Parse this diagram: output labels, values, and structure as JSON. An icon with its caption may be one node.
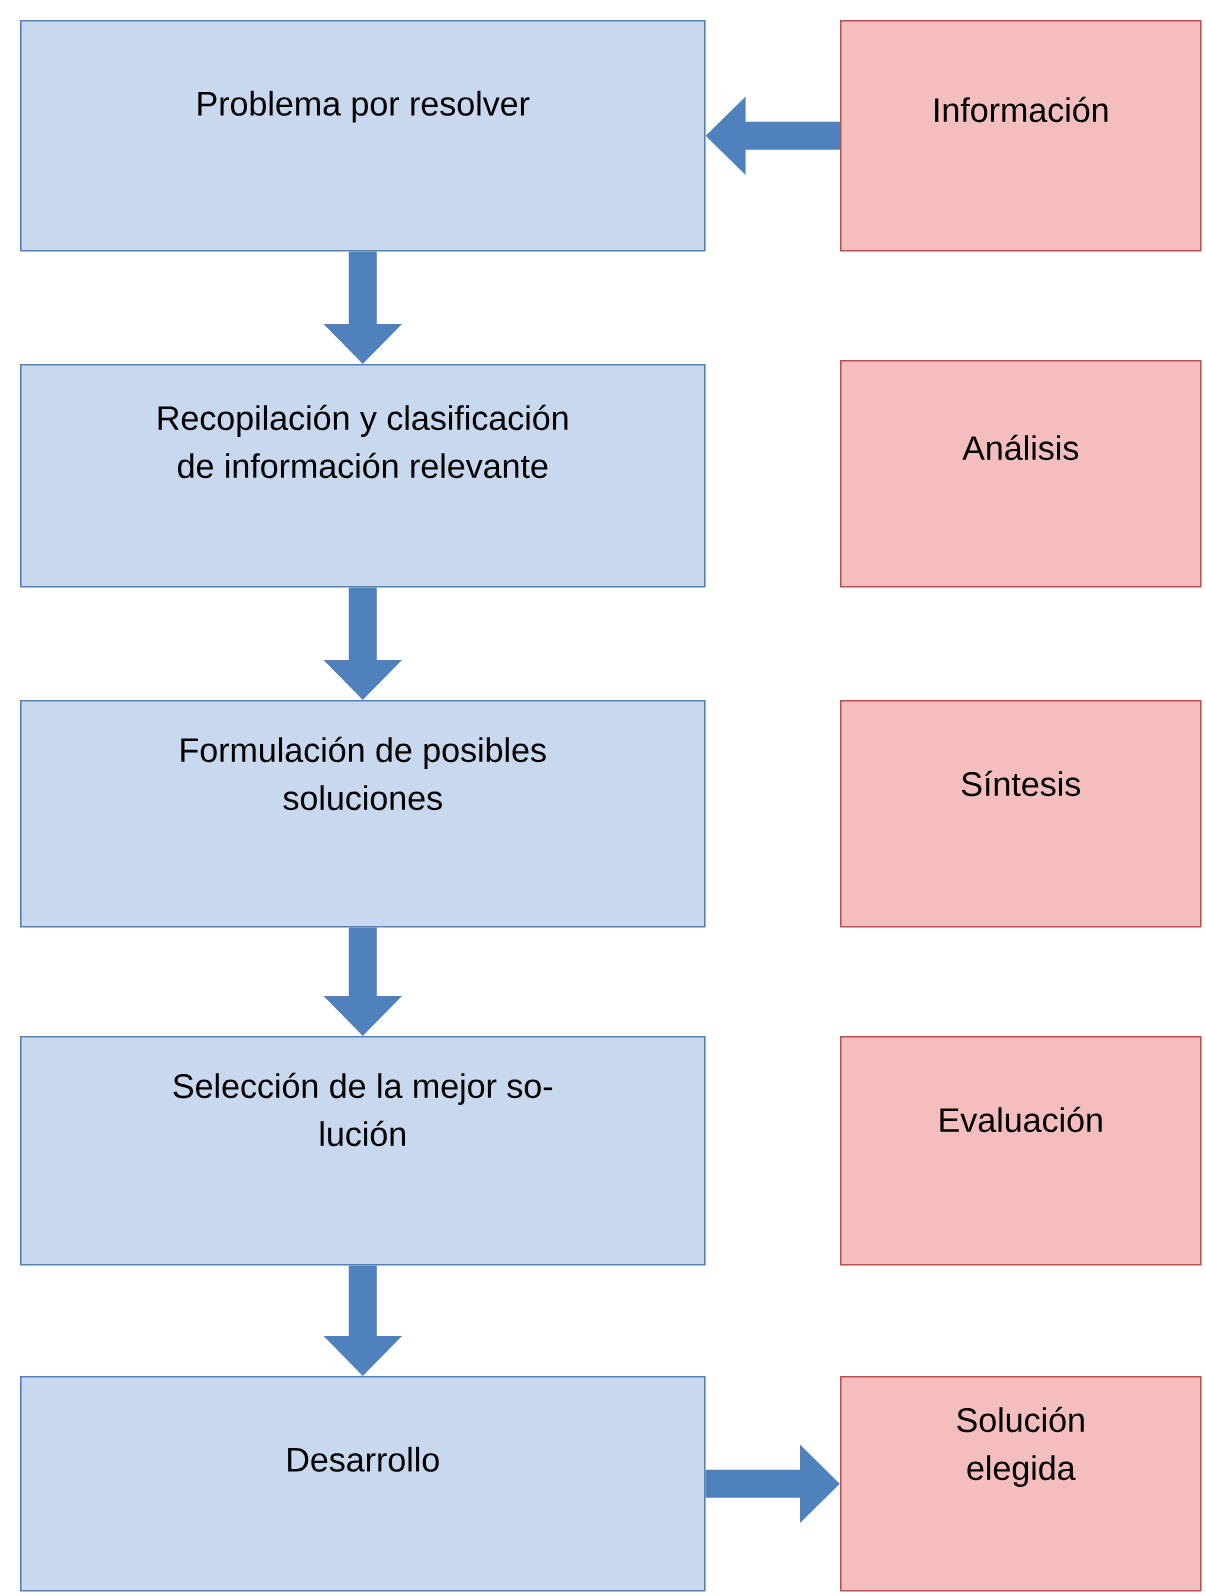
{
  "diagram": {
    "nodes": [
      {
        "text": [
          "Problema por resolver"
        ]
      },
      {
        "text": [
          "Información"
        ]
      },
      {
        "text": [
          "Recopilación y clasificación de información relevante"
        ]
      },
      {
        "text": [
          "Análisis"
        ]
      },
      {
        "text": [
          "Formulación de posibles soluciones"
        ]
      },
      {
        "text": [
          "Síntesis"
        ]
      },
      {
        "text": [
          "Selección de la mejor so- lución"
        ]
      },
      {
        "text": [
          "Evaluación"
        ]
      },
      {
        "text": [
          "Desarrollo"
        ]
      },
      {
        "text": [
          "Solución elegida"
        ]
      }
    ],
    "edges": [
      {
        "from": 1,
        "to": 0,
        "arrow": "to"
      },
      {
        "from": 0,
        "to": 2,
        "arrow": "to"
      },
      {
        "from": 2,
        "to": 4,
        "arrow": "to"
      },
      {
        "from": 4,
        "to": 6,
        "arrow": "to"
      },
      {
        "from": 6,
        "to": 8,
        "arrow": "to"
      },
      {
        "from": 8,
        "to": 9,
        "arrow": "to"
      }
    ]
  }
}
